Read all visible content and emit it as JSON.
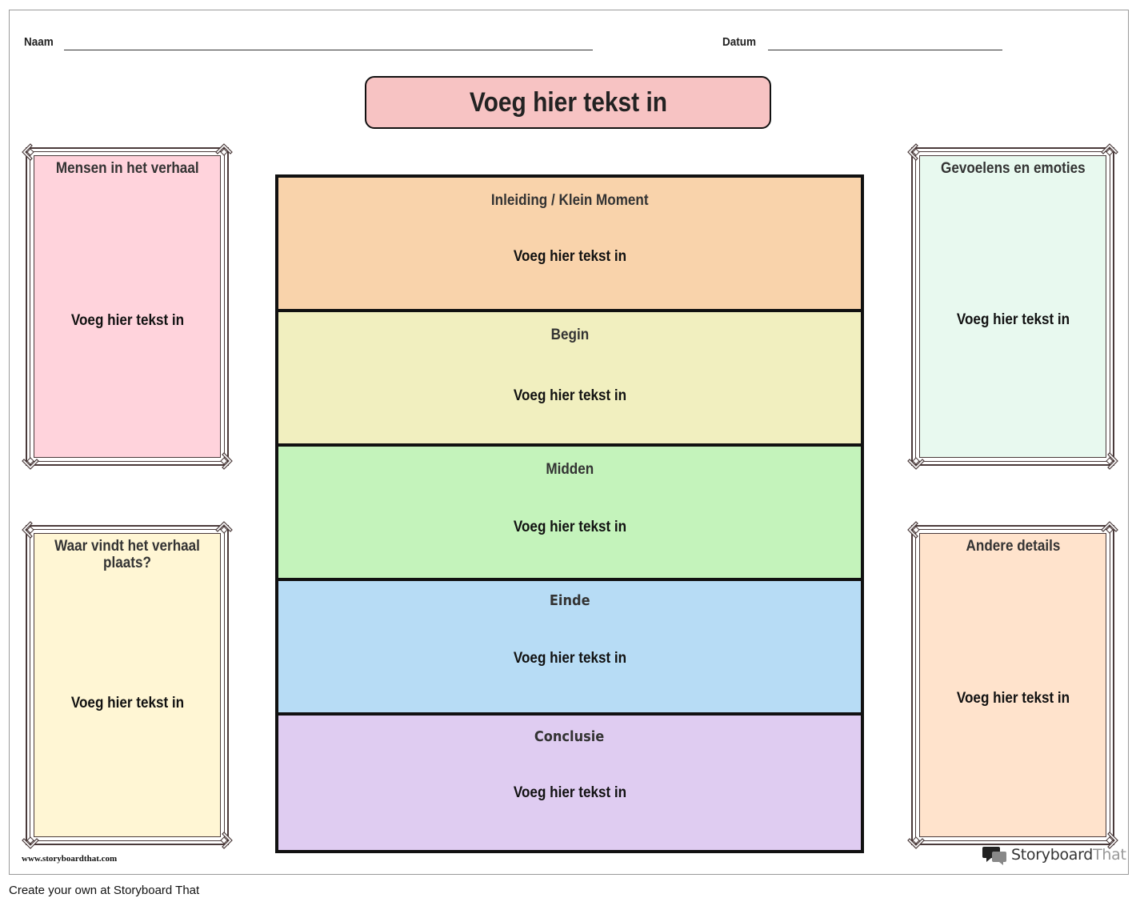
{
  "header": {
    "name_label": "Naam",
    "date_label": "Datum"
  },
  "title": "Voeg hier tekst in",
  "rows": [
    {
      "label": "Inleiding / Klein Moment",
      "body": "Voeg hier tekst in",
      "color": "#f9d3ab"
    },
    {
      "label": "Begin",
      "body": "Voeg hier tekst in",
      "color": "#f1efbf"
    },
    {
      "label": "Midden",
      "body": "Voeg hier tekst in",
      "color": "#c4f3bb"
    },
    {
      "label": "Einde",
      "body": "Voeg hier tekst in",
      "color": "#b7dcf5"
    },
    {
      "label": "Conclusie",
      "body": "Voeg hier tekst in",
      "color": "#dfccf1"
    }
  ],
  "cards": {
    "people": {
      "title": "Mensen in het verhaal",
      "body": "Voeg hier tekst in",
      "color": "#ffd3dc"
    },
    "setting": {
      "title": "Waar vindt het verhaal plaats?",
      "body": "Voeg hier tekst in",
      "color": "#fff6d4"
    },
    "feelings": {
      "title": "Gevoelens en emoties",
      "body": "Voeg hier tekst in",
      "color": "#e8f9ef"
    },
    "other": {
      "title": "Andere details",
      "body": "Voeg hier tekst in",
      "color": "#ffe3cc"
    }
  },
  "site_url": "www.storyboardthat.com",
  "brand": {
    "part1": "Storyboard",
    "part2": "That"
  },
  "footer": "Create your own at Storyboard That"
}
